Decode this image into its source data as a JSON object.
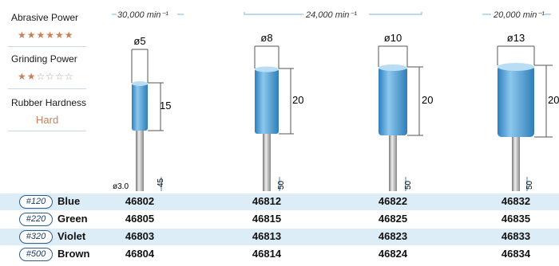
{
  "specs": {
    "abrasive_power_label": "Abrasive Power",
    "abrasive_power_stars": "★★★★★★",
    "grinding_power_label": "Grinding Power",
    "grinding_power_stars_on": "★★",
    "grinding_power_stars_off": "☆☆☆☆",
    "rubber_hardness_label": "Rubber Hardness",
    "rubber_hardness_value": "Hard"
  },
  "speeds": {
    "group1": "30,000 min⁻¹",
    "group2": "24,000 min⁻¹",
    "group3": "20,000 min⁻¹"
  },
  "tools": [
    {
      "diameter": "ø5",
      "length": "15",
      "shank": "ø3.0",
      "shank_length": "45"
    },
    {
      "diameter": "ø8",
      "length": "20",
      "shank_length": "50"
    },
    {
      "diameter": "ø10",
      "length": "20",
      "shank_length": "50"
    },
    {
      "diameter": "ø13",
      "length": "20",
      "shank_length": "50"
    }
  ],
  "rows": [
    {
      "grit": "#120",
      "color": "Blue",
      "codes": [
        "46802",
        "46812",
        "46822",
        "46832"
      ]
    },
    {
      "grit": "#220",
      "color": "Green",
      "codes": [
        "46805",
        "46815",
        "46825",
        "46835"
      ]
    },
    {
      "grit": "#320",
      "color": "Violet",
      "codes": [
        "46803",
        "46813",
        "46823",
        "46833"
      ]
    },
    {
      "grit": "#500",
      "color": "Brown",
      "codes": [
        "46804",
        "46814",
        "46824",
        "46834"
      ]
    }
  ],
  "colors": {
    "accent": "#c8805a",
    "tool_blue": "#5aa8dc",
    "row_tint": "#dcedf8"
  }
}
